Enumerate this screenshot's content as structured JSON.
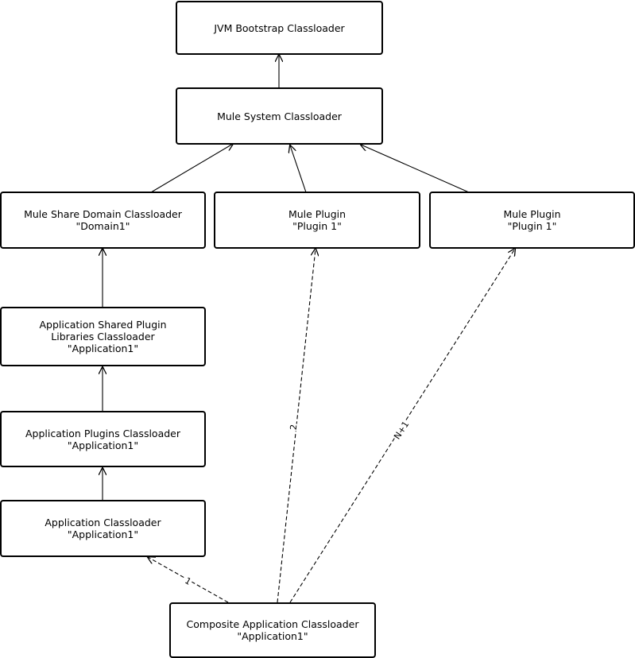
{
  "nodes": {
    "jvm": {
      "line1": "JVM Bootstrap Classloader",
      "line2": "",
      "line3": ""
    },
    "system": {
      "line1": "Mule System Classloader",
      "line2": "",
      "line3": ""
    },
    "domain": {
      "line1": "Mule Share Domain Classloader",
      "line2": "\"Domain1\"",
      "line3": ""
    },
    "plugin_a": {
      "line1": "Mule Plugin",
      "line2": "\"Plugin 1\"",
      "line3": ""
    },
    "plugin_b": {
      "line1": "Mule Plugin",
      "line2": "\"Plugin 1\"",
      "line3": ""
    },
    "shared_libs": {
      "line1": "Application Shared Plugin",
      "line2": "Libraries Classloader",
      "line3": "\"Application1\""
    },
    "app_plugins": {
      "line1": "Application Plugins Classloader",
      "line2": "\"Application1\"",
      "line3": ""
    },
    "app": {
      "line1": "Application Classloader",
      "line2": "\"Application1\"",
      "line3": ""
    },
    "composite": {
      "line1": "Composite Application Classloader",
      "line2": "\"Application1\"",
      "line3": ""
    }
  },
  "edge_labels": {
    "to_app": "1",
    "to_plugin_a": "2",
    "to_plugin_b": "N+1"
  }
}
